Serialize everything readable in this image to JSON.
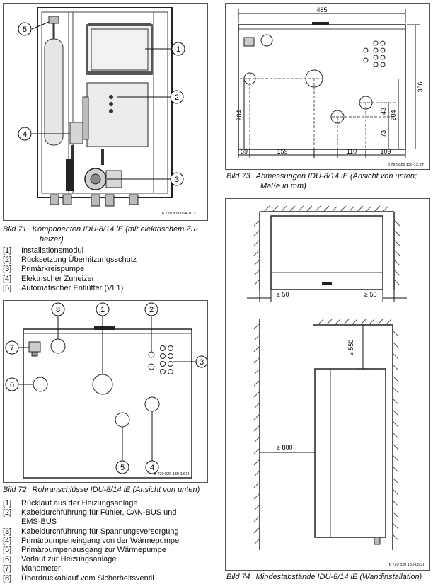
{
  "fig71": {
    "code": "6 720 809 064-10.2T",
    "callouts": [
      "1",
      "2",
      "3",
      "4",
      "5"
    ],
    "caption_no": "Bild 71",
    "caption_line1": "Komponenten IDU-8/14 iE (mit elektrischem Zu-",
    "caption_line2": "heizer)",
    "legend": [
      {
        "n": "[1]",
        "t": "Installationsmodul"
      },
      {
        "n": "[2]",
        "t": "Rücksetzung Überhitzungsschutz"
      },
      {
        "n": "[3]",
        "t": "Primärkreispumpe"
      },
      {
        "n": "[4]",
        "t": "Elektrischer Zuheizer"
      },
      {
        "n": "[5]",
        "t": "Automatischer Entlüfter (VL1)"
      }
    ]
  },
  "fig72": {
    "code": "6 720 820 130-13.1I",
    "callouts": [
      "1",
      "2",
      "3",
      "4",
      "5",
      "6",
      "7",
      "8"
    ],
    "caption_no": "Bild 72",
    "caption_text": "Rohranschlüsse IDU-8/14 iE (Ansicht von unten)",
    "legend": [
      {
        "n": "[1]",
        "t": "Rücklauf aus der Heizungsanlage"
      },
      {
        "n": "[2]",
        "t": "Kabeldurchführung für Fühler, CAN-BUS und"
      },
      {
        "n": "",
        "t": "EMS-BUS"
      },
      {
        "n": "[3]",
        "t": "Kabeldurchführung für Spannungsversorgung"
      },
      {
        "n": "[4]",
        "t": "Primärpumpeneingang von der Wärmepumpe"
      },
      {
        "n": "[5]",
        "t": "Primärpumpenausgang zur Wärmepumpe"
      },
      {
        "n": "[6]",
        "t": "Vorlauf zur Heizungsanlage"
      },
      {
        "n": "[7]",
        "t": "Manometer"
      },
      {
        "n": "[8]",
        "t": "Überdruckablauf vom Sicherheitsventil"
      }
    ]
  },
  "fig73": {
    "code": "6 720 820 130-12.2T",
    "dims": {
      "width": "485",
      "height": "386",
      "d204a": "204",
      "d43": "43",
      "d204b": "204",
      "d73": "73",
      "d59": "59",
      "d159": "159",
      "d110": "110",
      "d109": "109"
    },
    "caption_no": "Bild 73",
    "caption_line1": "Abmessungen IDU-8/14 iE (Ansicht von unten;",
    "caption_line2": "Maße in mm)"
  },
  "fig74": {
    "code": "6 720 820 130-05.1I",
    "dims": {
      "side_left": "≥ 50",
      "side_right": "≥ 50",
      "top": "≥ 550",
      "front": "≥ 800"
    },
    "caption_no": "Bild 74",
    "caption_text": "Mindestabstände IDU-8/14 iE (Wandinstallation)"
  }
}
